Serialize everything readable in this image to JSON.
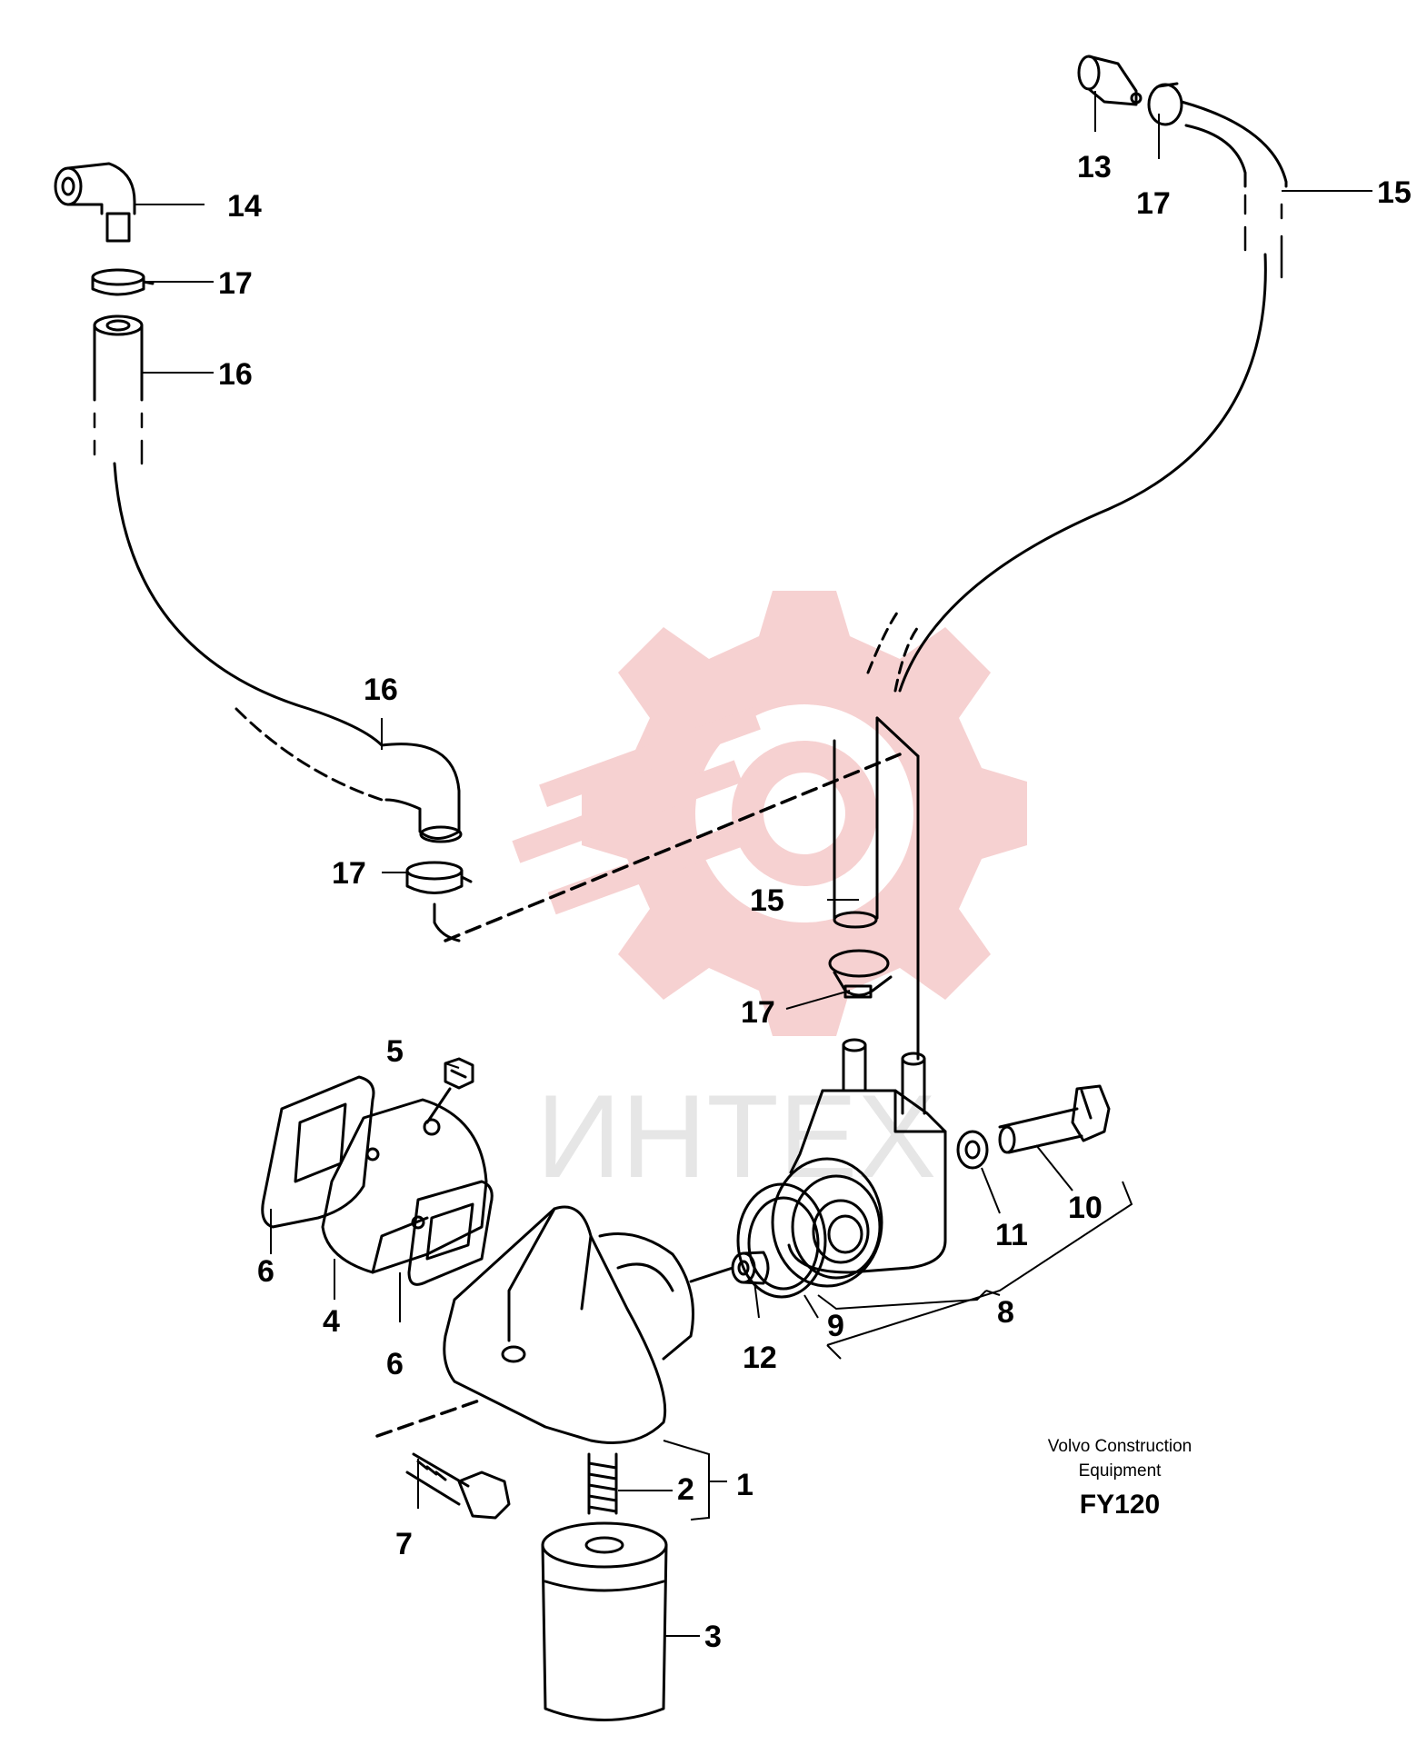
{
  "colors": {
    "line": "#000000",
    "watermark_red": "#f5c9c9",
    "watermark_gray": "#e6e6e6",
    "background": "#ffffff"
  },
  "watermark": {
    "text": "ИНТЕХ",
    "icon": "gear-logo-icon"
  },
  "credit": {
    "line1": "Volvo Construction",
    "line2": "Equipment",
    "code": "FY120"
  },
  "callouts": {
    "c1": "1",
    "c2": "2",
    "c3": "3",
    "c4": "4",
    "c5": "5",
    "c6a": "6",
    "c6b": "6",
    "c7": "7",
    "c8": "8",
    "c9": "9",
    "c10": "10",
    "c11": "11",
    "c12": "12",
    "c13": "13",
    "c14": "14",
    "c15a": "15",
    "c15b": "15",
    "c16a": "16",
    "c16b": "16",
    "c17a": "17",
    "c17b": "17",
    "c17c": "17",
    "c17d": "17"
  }
}
